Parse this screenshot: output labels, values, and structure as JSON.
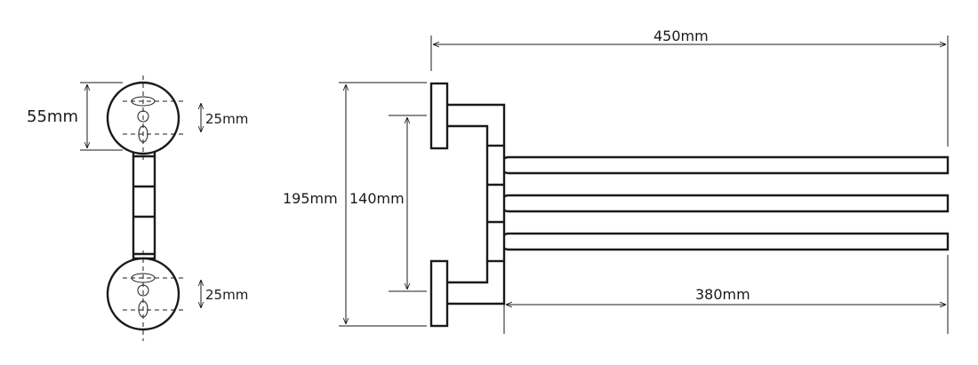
{
  "dimensions": {
    "bracket_height": "55mm",
    "hole_spacing_top": "25mm",
    "hole_spacing_bottom": "25mm",
    "overall_length": "450mm",
    "overall_height": "195mm",
    "mount_spacing": "140mm",
    "arm_length": "380mm"
  },
  "colors": {
    "line": "#1a1a1a",
    "background": "#ffffff"
  }
}
